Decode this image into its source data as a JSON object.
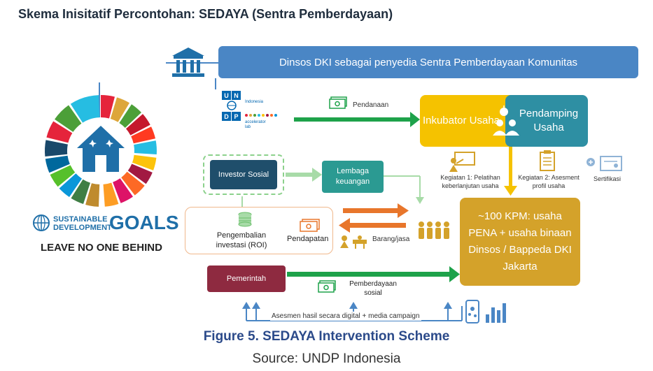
{
  "title": "Skema Inisitatif Percontohan: SEDAYA (Sentra Pemberdayaan)",
  "top_bar": "Dinsos DKI sebagai penyedia Sentra Pemberdayaan Komunitas",
  "undp": {
    "letters": [
      "U",
      "N",
      "D",
      "P"
    ],
    "label1": "Indonesia",
    "label2": "accelerator lab"
  },
  "pendanaan": "Pendanaan",
  "inkubator": "Inkubator Usaha",
  "pendamping": "Pendamping Usaha",
  "kegiatan1": "Kegiatan 1: Pelatihan keberlanjutan usaha",
  "kegiatan2": "Kegiatan 2: Asesment profil usaha",
  "sertifikasi": "Sertifikasi",
  "investor": "Investor Sosial",
  "lembaga": "Lembaga keuangan",
  "pengembalian": "Pengembalian investasi (ROI)",
  "pendapatan": "Pendapatan",
  "barang": "Barang/jasa",
  "kpm": "~100 KPM: usaha PENA + usaha binaan Dinsos / Bappeda DKI Jakarta",
  "pemerintah": "Pemerintah",
  "pemberdayaan": "Pemberdayaan sosial",
  "asesmen": "Asesmen hasil secara digital + media campaign",
  "sdg": {
    "line1": "SUSTAINABLE",
    "line2": "DEVELOPMENT",
    "goals": "GOALS",
    "tagline": "LEAVE NO ONE BEHIND"
  },
  "caption": "Figure 5. SEDAYA Intervention Scheme",
  "source": "Source: UNDP Indonesia",
  "colors": {
    "blue": "#4a86c5",
    "yellow": "#f5c200",
    "teal": "#2e8fa3",
    "gold": "#d4a22a",
    "green_arrow": "#1ea24a",
    "orange_arrow": "#e8762b",
    "maroon": "#8e2a40",
    "navy": "#1f4e6b"
  }
}
